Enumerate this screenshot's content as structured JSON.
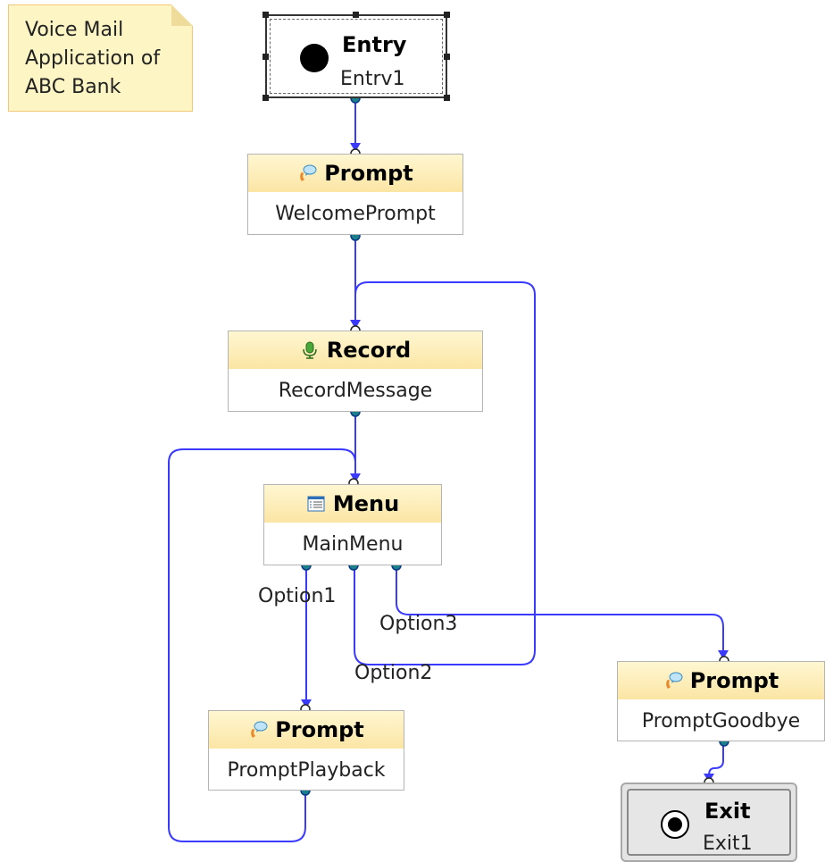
{
  "note": {
    "text": "Voice Mail\nApplication of\nABC Bank"
  },
  "entry": {
    "type": "Entry",
    "name": "Entrv1"
  },
  "nodes": [
    {
      "type": "Prompt",
      "name": "WelcomePrompt",
      "icon": "prompt-icon"
    },
    {
      "type": "Record",
      "name": "RecordMessage",
      "icon": "microphone-icon"
    },
    {
      "type": "Menu",
      "name": "MainMenu",
      "icon": "menu-icon"
    },
    {
      "type": "Prompt",
      "name": "PromptPlayback",
      "icon": "prompt-icon"
    },
    {
      "type": "Prompt",
      "name": "PromptGoodbye",
      "icon": "prompt-icon"
    }
  ],
  "exit": {
    "type": "Exit",
    "name": "Exit1"
  },
  "options": {
    "option1": "Option1",
    "option2": "Option2",
    "option3": "Option3"
  },
  "colors": {
    "wire": "#3a3aff",
    "port": "#1a7f8a",
    "header": "#fbe5a4",
    "note": "#fdf5c4"
  }
}
